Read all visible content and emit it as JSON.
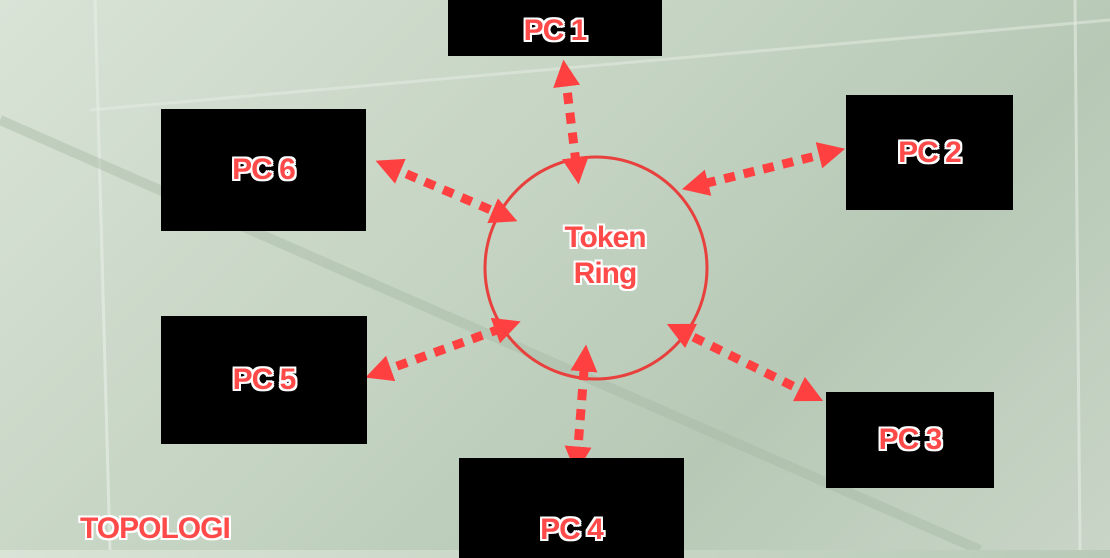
{
  "nodes": [
    {
      "id": "pc1",
      "label": "PC 1"
    },
    {
      "id": "pc2",
      "label": "PC 2"
    },
    {
      "id": "pc3",
      "label": "PC 3"
    },
    {
      "id": "pc4",
      "label": "PC 4"
    },
    {
      "id": "pc5",
      "label": "PC 5"
    },
    {
      "id": "pc6",
      "label": "PC 6"
    }
  ],
  "ring": {
    "line1": "Token",
    "line2": "Ring"
  },
  "title": "TOPOLOGI",
  "colors": {
    "accent": "#ff4a4a",
    "box": "#000000",
    "ring": "#e8403c",
    "background": "#c4d3c2"
  }
}
